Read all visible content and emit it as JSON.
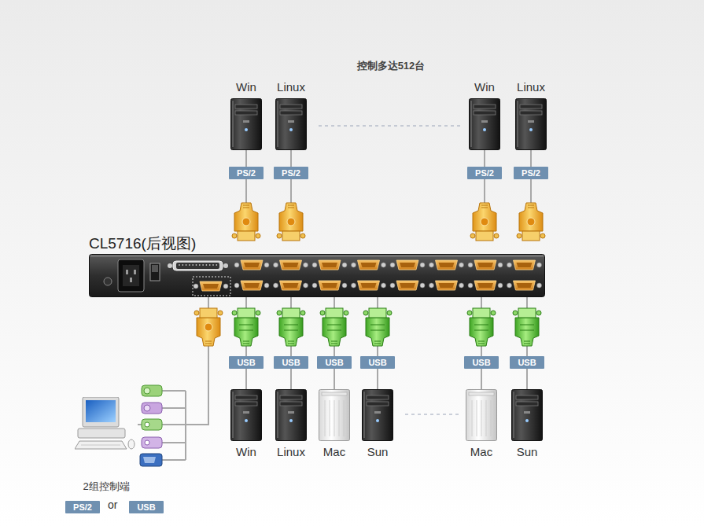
{
  "diagram": {
    "title": "控制多达512台",
    "nodes": [
      {
        "text": [
          "Win"
        ]
      },
      {
        "text": [
          "Linux"
        ]
      },
      {
        "text": [
          "Win"
        ]
      },
      {
        "text": [
          "Linux"
        ]
      },
      {
        "text": [
          "PS/2"
        ]
      },
      {
        "text": [
          "PS/2"
        ]
      },
      {
        "text": [
          "PS/2"
        ]
      },
      {
        "text": [
          "PS/2"
        ]
      },
      {
        "text": [
          "CL5716(后视图)"
        ]
      },
      {
        "text": [
          "USB"
        ]
      },
      {
        "text": [
          "USB"
        ]
      },
      {
        "text": [
          "USB"
        ]
      },
      {
        "text": [
          "USB"
        ]
      },
      {
        "text": [
          "USB"
        ]
      },
      {
        "text": [
          "USB"
        ]
      },
      {
        "text": [
          "Win"
        ]
      },
      {
        "text": [
          "Linux"
        ]
      },
      {
        "text": [
          "Mac"
        ]
      },
      {
        "text": [
          "Sun"
        ]
      },
      {
        "text": [
          "Mac"
        ]
      },
      {
        "text": [
          "Sun"
        ]
      },
      {
        "text": [
          "2组控制端"
        ]
      },
      {
        "text": [
          "PS/2"
        ]
      },
      {
        "text": [
          "USB"
        ]
      }
    ],
    "edges": [
      {
        "from": 0,
        "to": 4,
        "arrow": "none"
      },
      {
        "from": 1,
        "to": 5,
        "arrow": "none"
      },
      {
        "from": 2,
        "to": 6,
        "arrow": "none"
      },
      {
        "from": 3,
        "to": 7,
        "arrow": "none"
      },
      {
        "from": 4,
        "to": 8,
        "arrow": "none"
      },
      {
        "from": 5,
        "to": 8,
        "arrow": "none"
      },
      {
        "from": 6,
        "to": 8,
        "arrow": "none"
      },
      {
        "from": 7,
        "to": 8,
        "arrow": "none"
      },
      {
        "from": 15,
        "to": 9,
        "arrow": "none"
      },
      {
        "from": 16,
        "to": 10,
        "arrow": "none"
      },
      {
        "from": 17,
        "to": 11,
        "arrow": "none"
      },
      {
        "from": 18,
        "to": 12,
        "arrow": "none"
      },
      {
        "from": 19,
        "to": 13,
        "arrow": "none"
      },
      {
        "from": 20,
        "to": 14,
        "arrow": "none"
      },
      {
        "from": 9,
        "to": 8,
        "arrow": "none"
      },
      {
        "from": 10,
        "to": 8,
        "arrow": "none"
      },
      {
        "from": 11,
        "to": 8,
        "arrow": "none"
      },
      {
        "from": 12,
        "to": 8,
        "arrow": "none"
      },
      {
        "from": 13,
        "to": 8,
        "arrow": "none"
      },
      {
        "from": 14,
        "to": 8,
        "arrow": "none"
      },
      {
        "from": 21,
        "to": 8,
        "arrow": "none"
      }
    ],
    "labels": [
      "or"
    ]
  }
}
